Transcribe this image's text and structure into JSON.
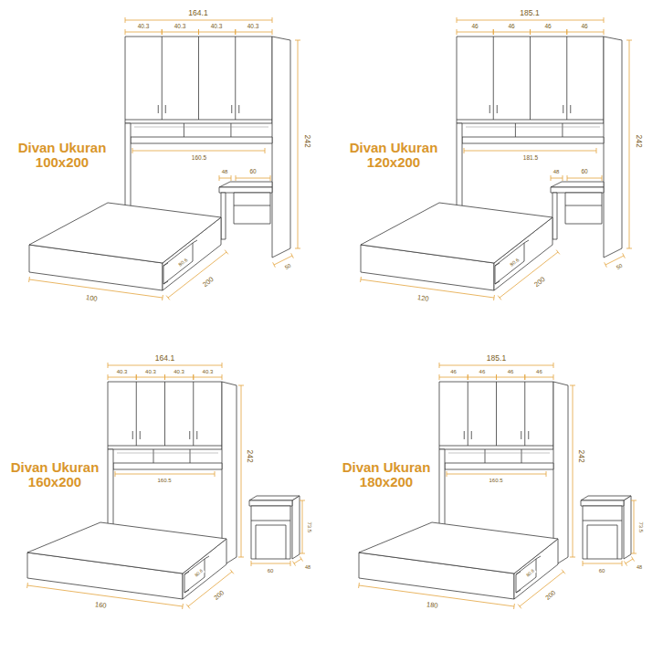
{
  "diagram": {
    "labels": [
      "Divan Ukuran 100x200",
      "164.1",
      "40.3",
      "40.3",
      "40.3",
      "40.3",
      "242",
      "160.5",
      "48",
      "60",
      "80.6",
      "200",
      "100",
      "50",
      "Divan Ukuran 120x200",
      "185.1",
      "46",
      "46",
      "46",
      "46",
      "242",
      "181.5",
      "48",
      "60",
      "80.6",
      "200",
      "120",
      "50",
      "Divan Ukuran 160x200",
      "164.1",
      "40.3",
      "40.3",
      "40.3",
      "40.3",
      "242",
      "160.5",
      "73.5",
      "60",
      "48",
      "80.6",
      "200",
      "160",
      "Divan Ukuran 180x200",
      "185.1",
      "46",
      "46",
      "46",
      "46",
      "242",
      "160.5",
      "73.5",
      "60",
      "48",
      "80.6",
      "200",
      "180"
    ]
  }
}
